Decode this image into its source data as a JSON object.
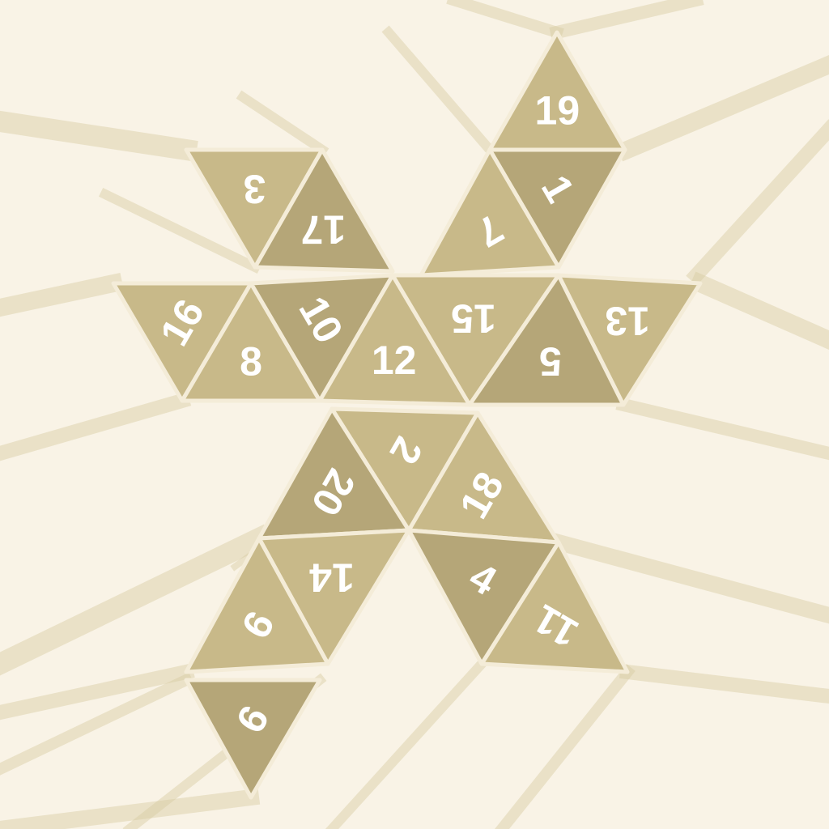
{
  "colors": {
    "background": "#f9f3e6",
    "face": "#c8b989",
    "face_dark": "#b5a678",
    "seam": "#f4ecd8",
    "number": "#ffffff",
    "streak": "#d8cba2"
  },
  "net": {
    "faces": [
      {
        "label": "19",
        "rotation_deg": 0
      },
      {
        "label": "1",
        "rotation_deg": 60
      },
      {
        "label": "7",
        "rotation_deg": 150
      },
      {
        "label": "3",
        "rotation_deg": 180
      },
      {
        "label": "17",
        "rotation_deg": 180
      },
      {
        "label": "16",
        "rotation_deg": -60
      },
      {
        "label": "8",
        "rotation_deg": 0
      },
      {
        "label": "10",
        "rotation_deg": 60
      },
      {
        "label": "12",
        "rotation_deg": 0
      },
      {
        "label": "15",
        "rotation_deg": 180
      },
      {
        "label": "5",
        "rotation_deg": 180
      },
      {
        "label": "13",
        "rotation_deg": 180
      },
      {
        "label": "2",
        "rotation_deg": 120
      },
      {
        "label": "20",
        "rotation_deg": 120
      },
      {
        "label": "18",
        "rotation_deg": -60
      },
      {
        "label": "14",
        "rotation_deg": 180
      },
      {
        "label": "4",
        "rotation_deg": 30
      },
      {
        "label": "11",
        "rotation_deg": 210
      },
      {
        "label": "9",
        "rotation_deg": 120
      },
      {
        "label": "9",
        "rotation_deg": 120
      }
    ]
  }
}
